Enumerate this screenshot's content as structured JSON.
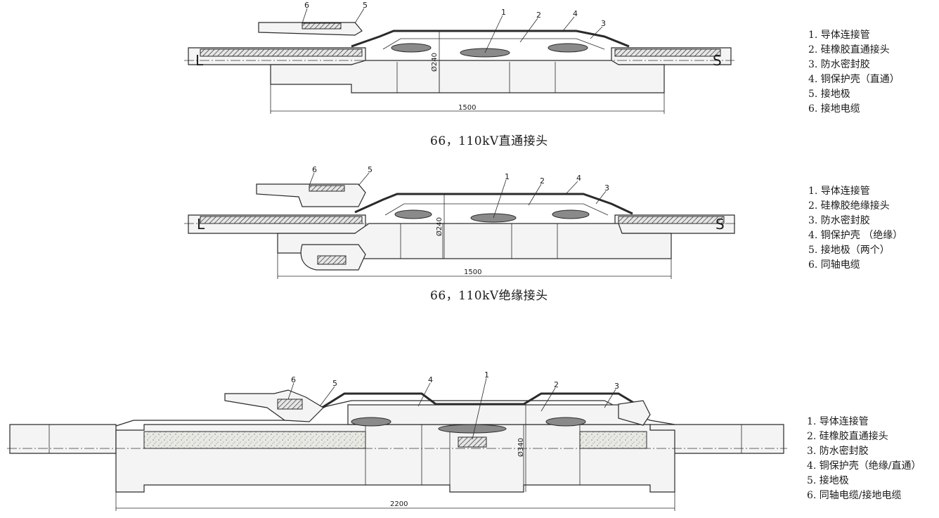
{
  "diagrams": [
    {
      "caption": "66，110kV直通接头",
      "dimension": "1500",
      "diameter": "Ø240",
      "end_left": "L",
      "end_right": "S",
      "callouts": [
        "1",
        "2",
        "3",
        "4",
        "5",
        "6"
      ],
      "legend": [
        "1. 导体连接管",
        "2. 硅橡胶直通接头",
        "3. 防水密封胶",
        "4. 铜保护壳（直通）",
        "5. 接地极",
        "6. 接地电缆"
      ]
    },
    {
      "caption": "66，110kV绝缘接头",
      "dimension": "1500",
      "diameter": "Ø240",
      "end_left": "L",
      "end_right": "S",
      "callouts": [
        "1",
        "2",
        "3",
        "4",
        "5",
        "6"
      ],
      "legend": [
        "1. 导体连接管",
        "2. 硅橡胶绝缘接头",
        "3. 防水密封胶",
        "4. 铜保护壳 （绝缘）",
        "5. 接地极（两个）",
        "6. 同轴电缆"
      ]
    },
    {
      "caption": "",
      "dimension": "2200",
      "diameter": "Ø340",
      "callouts": [
        "1",
        "2",
        "3",
        "4",
        "5",
        "6"
      ],
      "legend": [
        "1. 导体连接管",
        "2. 硅橡胶直通接头",
        "3. 防水密封胶",
        "4. 铜保护壳（绝缘/直通）",
        "5. 接地极",
        "6. 同轴电缆/接地电缆"
      ]
    }
  ]
}
